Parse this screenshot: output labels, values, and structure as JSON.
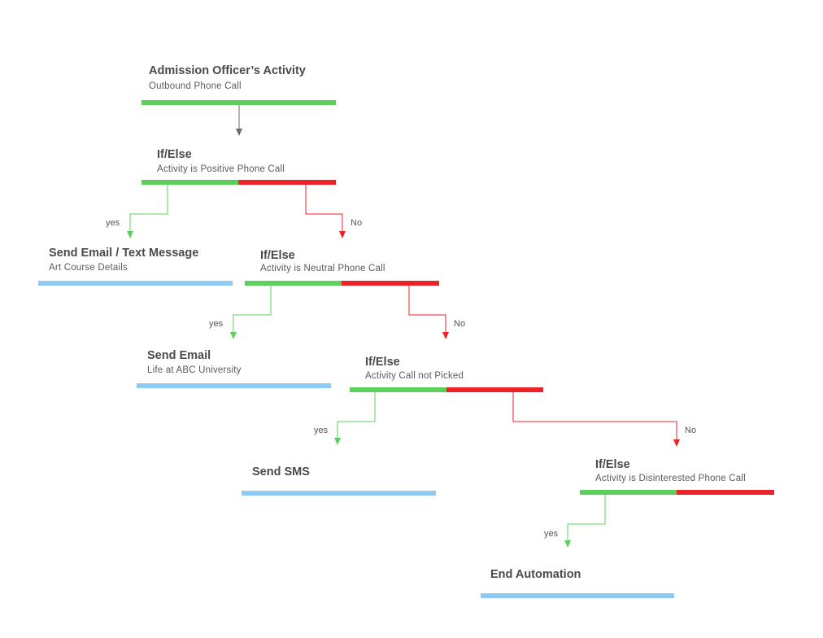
{
  "colors": {
    "yes": "#5dd05c",
    "no": "#ed2229",
    "action": "#8ecbf2",
    "start_arrow": "#6b6b6b",
    "text": "#4a4a4a"
  },
  "start": {
    "title": "Admission Officer’s Activity",
    "subtitle": "Outbound  Phone  Call"
  },
  "decision1": {
    "title": "If/Else",
    "subtitle": "Activity is Positive Phone Call",
    "yes_label": "yes",
    "no_label": "No"
  },
  "action1": {
    "title": "Send Email / Text Message",
    "subtitle": "Art Course Details"
  },
  "decision2": {
    "title": "If/Else",
    "subtitle": "Activity is Neutral  Phone Call",
    "yes_label": "yes",
    "no_label": "No"
  },
  "action2": {
    "title": "Send Email",
    "subtitle": "Life at ABC University"
  },
  "decision3": {
    "title": "If/Else",
    "subtitle": "Activity  Call not  Picked",
    "yes_label": "yes",
    "no_label": "No"
  },
  "action3": {
    "title": "Send SMS",
    "subtitle": ""
  },
  "decision4": {
    "title": "If/Else",
    "subtitle": "Activity is Disinterested  Phone Call",
    "yes_label": "yes"
  },
  "action4": {
    "title": "End Automation",
    "subtitle": ""
  }
}
